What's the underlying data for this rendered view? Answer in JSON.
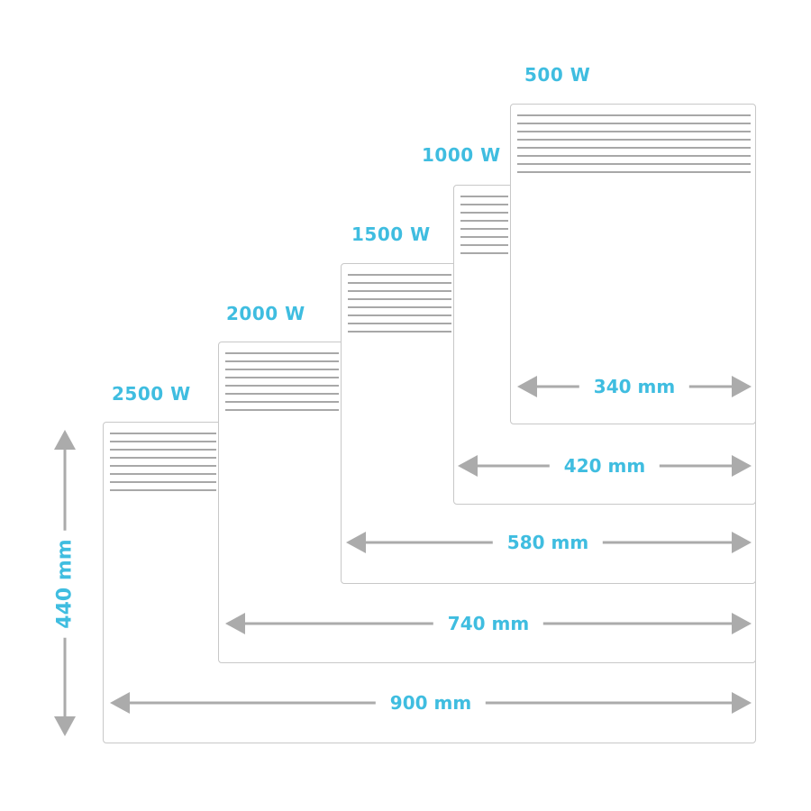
{
  "colors": {
    "accent": "#3fbde0",
    "arrow": "#ababab",
    "panel_border": "#c8c8c8",
    "grille": "#a8a8a8"
  },
  "models": [
    {
      "power": "2500 W",
      "width_label": "900 mm"
    },
    {
      "power": "2000 W",
      "width_label": "740 mm"
    },
    {
      "power": "1500 W",
      "width_label": "580 mm"
    },
    {
      "power": "1000 W",
      "width_label": "420 mm"
    },
    {
      "power": "500 W",
      "width_label": "340 mm"
    }
  ],
  "height_label": "440 mm"
}
